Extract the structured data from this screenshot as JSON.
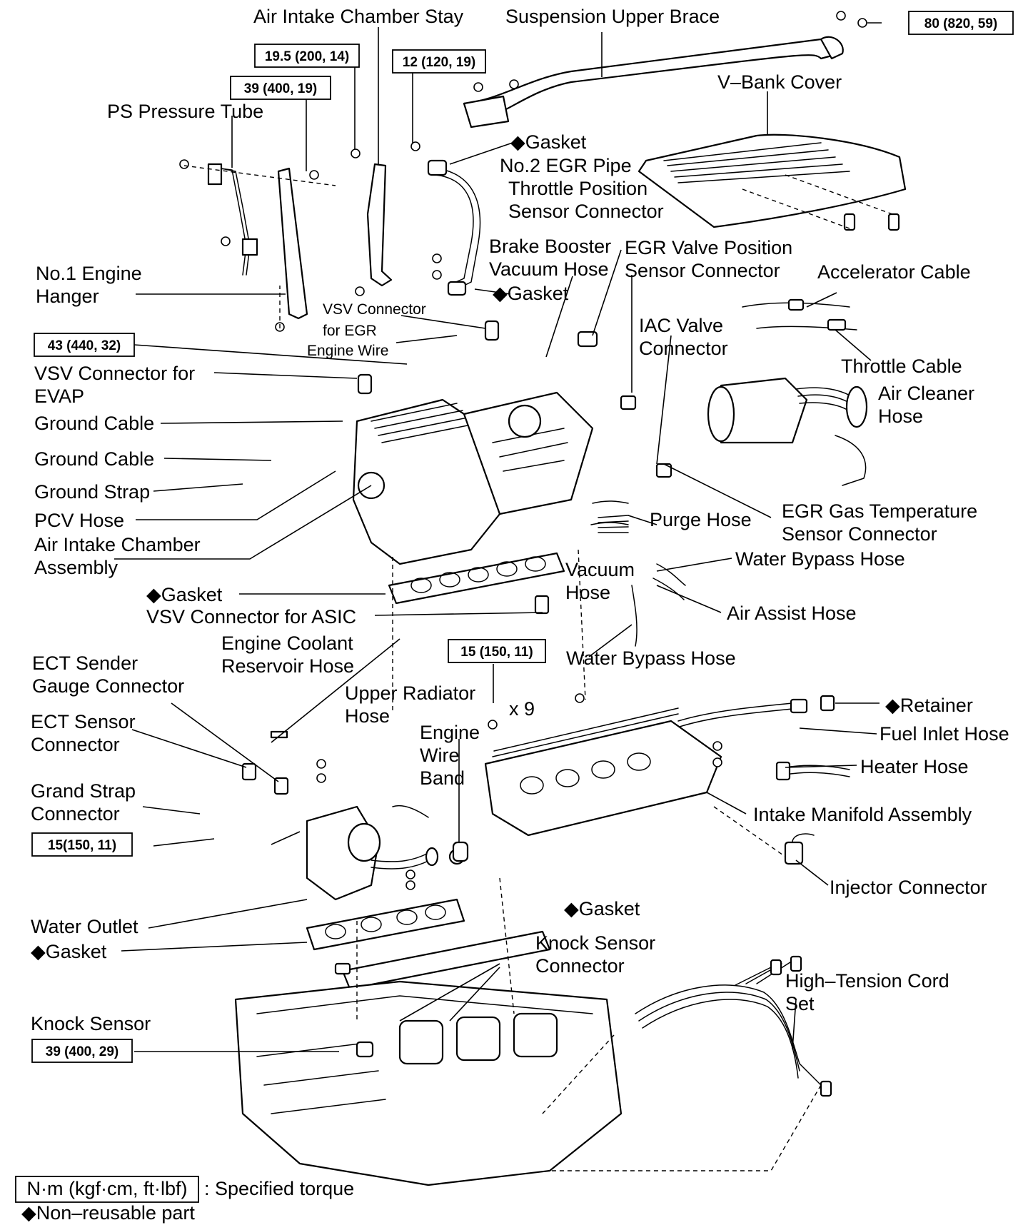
{
  "labels": {
    "air_intake_chamber_stay": "Air Intake Chamber Stay",
    "suspension_upper_brace": "Suspension Upper Brace",
    "v_bank_cover": "V–Bank Cover",
    "ps_pressure_tube": "PS Pressure Tube",
    "gasket_top": "◆Gasket",
    "no2_egr_pipe": "No.2 EGR Pipe",
    "throttle_pos_1": "Throttle Position",
    "throttle_pos_2": "Sensor Connector",
    "brake_booster_1": "Brake Booster",
    "brake_booster_2": "Vacuum Hose",
    "egr_valve_pos_1": "EGR Valve Position",
    "egr_valve_pos_2": "Sensor Connector",
    "accelerator_cable": "Accelerator Cable",
    "engine_hanger_1": "No.1 Engine",
    "engine_hanger_2": "Hanger",
    "gasket_egr": "◆Gasket",
    "vsv_egr_1": "VSV Connector",
    "vsv_egr_2": "for EGR",
    "engine_wire": "Engine Wire",
    "iac_valve_1": "IAC Valve",
    "iac_valve_2": "Connector",
    "throttle_cable": "Throttle Cable",
    "vsv_evap_1": "VSV Connector for",
    "vsv_evap_2": "EVAP",
    "air_cleaner_1": "Air Cleaner",
    "air_cleaner_2": "Hose",
    "ground_cable_1": "Ground Cable",
    "ground_cable_2": "Ground Cable",
    "ground_strap": "Ground Strap",
    "pcv_hose": "PCV Hose",
    "purge_hose": "Purge Hose",
    "egr_gas_temp_1": "EGR Gas Temperature",
    "egr_gas_temp_2": "Sensor Connector",
    "air_intake_chamber_1": "Air Intake Chamber",
    "air_intake_chamber_2": "Assembly",
    "vacuum_hose_1": "Vacuum",
    "vacuum_hose_2": "Hose",
    "water_bypass_1": "Water Bypass Hose",
    "gasket_mid": "◆Gasket",
    "vsv_asic": "VSV Connector for ASIC",
    "air_assist_hose": "Air Assist Hose",
    "engine_coolant_1": "Engine Coolant",
    "engine_coolant_2": "Reservoir Hose",
    "water_bypass_2": "Water Bypass Hose",
    "ect_sender_1": "ECT Sender",
    "ect_sender_2": "Gauge Connector",
    "upper_radiator_1": "Upper Radiator",
    "upper_radiator_2": "Hose",
    "times_nine": "x 9",
    "retainer": "◆Retainer",
    "ect_sensor_1": "ECT Sensor",
    "ect_sensor_2": "Connector",
    "engine_wire_band_1": "Engine",
    "engine_wire_band_2": "Wire",
    "engine_wire_band_3": "Band",
    "fuel_inlet_hose": "Fuel Inlet Hose",
    "heater_hose": "Heater Hose",
    "grand_strap_1": "Grand Strap",
    "grand_strap_2": "Connector",
    "intake_manifold": "Intake Manifold Assembly",
    "injector_connector": "Injector Connector",
    "gasket_lower_right": "◆Gasket",
    "water_outlet": "Water Outlet",
    "gasket_lower_left": "◆Gasket",
    "knock_sensor_conn_1": "Knock Sensor",
    "knock_sensor_conn_2": "Connector",
    "high_tension_1": "High–Tension Cord",
    "high_tension_2": "Set",
    "knock_sensor": "Knock Sensor"
  },
  "torques": {
    "t80": "80 (820, 59)",
    "t195": "19.5 (200, 14)",
    "t12": "12 (120, 19)",
    "t39a": "39 (400, 19)",
    "t43": "43 (440, 32)",
    "t15a": "15 (150, 11)",
    "t15b": "15(150, 11)",
    "t39b": "39 (400, 29)"
  },
  "legend": {
    "unit_box": "N·m (kgf·cm, ft·lbf)",
    "unit_desc": ": Specified torque",
    "non_reusable": "◆Non–reusable part"
  }
}
